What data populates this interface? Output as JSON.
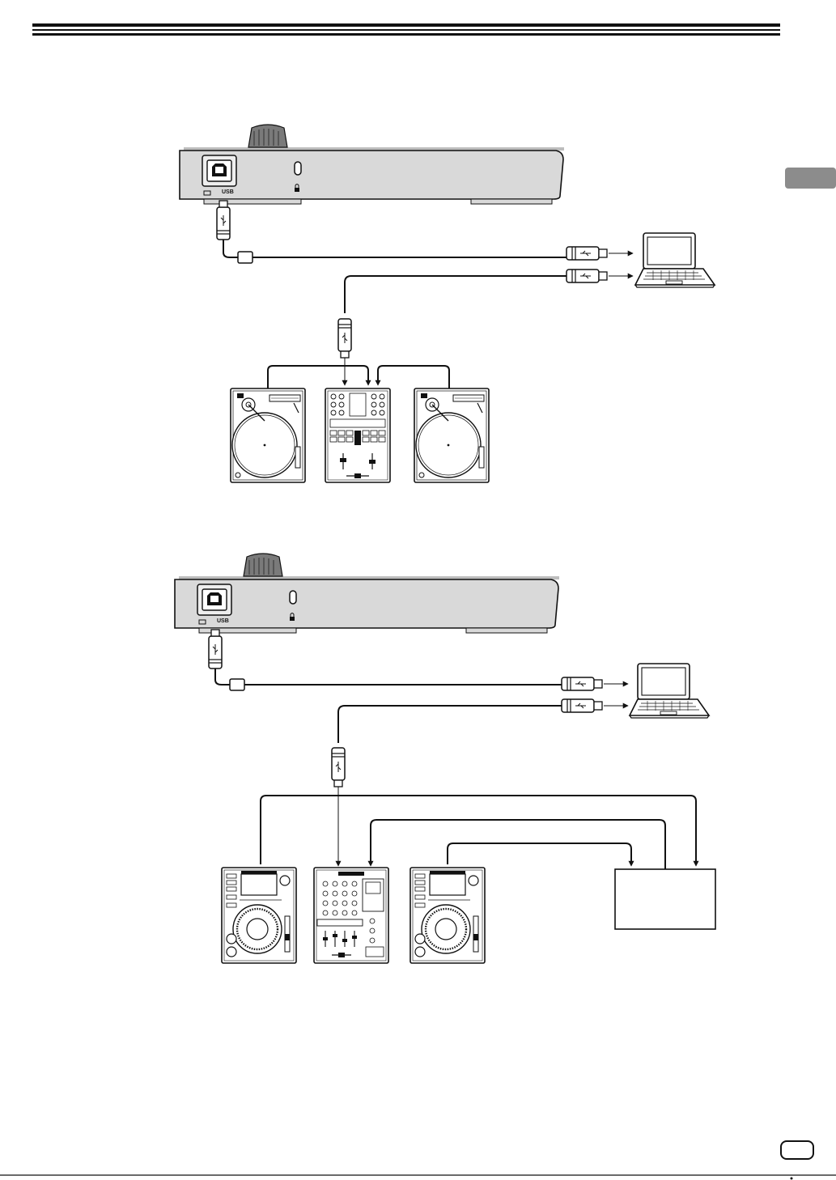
{
  "page": {
    "colors": {
      "ink": "#111111",
      "panel": "#d9d9d9",
      "panel_dark": "#8a8a8a",
      "side_tab": "#8c8c8c"
    },
    "controller": {
      "usb_port_label": "USB"
    },
    "diagram_top": {
      "devices": [
        "controller",
        "computer",
        "turntable-left",
        "dj-mixer",
        "turntable-right"
      ]
    },
    "diagram_bottom": {
      "devices": [
        "controller",
        "computer",
        "cdj-left",
        "dj-mixer",
        "cdj-right",
        "blank-box"
      ]
    }
  }
}
